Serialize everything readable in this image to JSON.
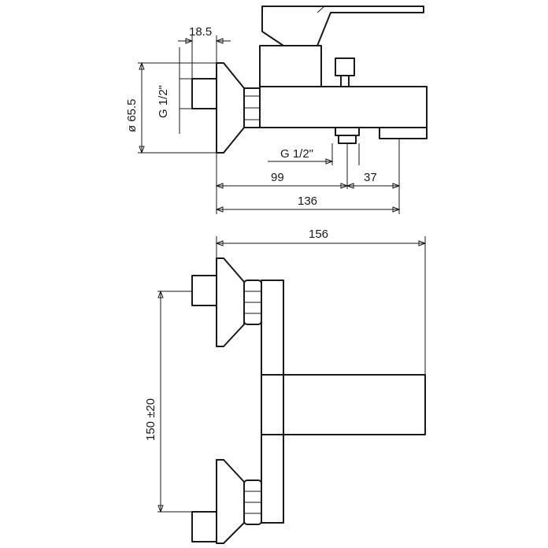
{
  "drawing": {
    "type": "technical-drawing",
    "subject": "wall-mounted bath mixer",
    "line_color": "#1a1a1a",
    "background": "#ffffff"
  },
  "dimensions": {
    "inlet_depth": "18.5",
    "flange_diameter": "ø 65.5",
    "inlet_thread": "G 1/2\"",
    "outlet_thread": "G 1/2\"",
    "dist_outlet": "99",
    "dist_spout": "37",
    "total_depth": "136",
    "total_width": "156",
    "centers": "150 ±20"
  }
}
